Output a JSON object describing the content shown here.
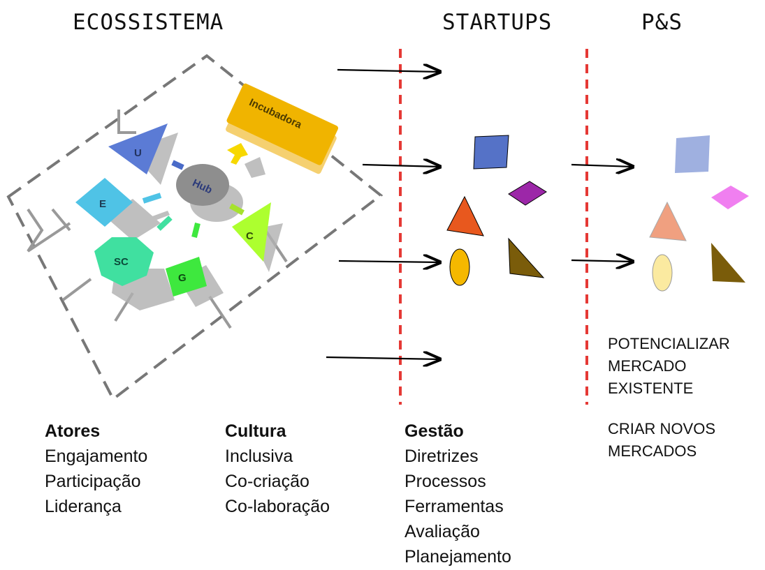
{
  "headers": {
    "ecossistema": "ECOSSISTEMA",
    "startups": "STARTUPS",
    "ps": "P&S"
  },
  "actors": {
    "u": "U",
    "hub": "Hub",
    "e": "E",
    "sc": "SC",
    "g": "G",
    "c": "C",
    "incubadora": "Incubadora"
  },
  "columns": {
    "atores": {
      "title": "Atores",
      "items": [
        "Engajamento",
        "Participação",
        "Liderança"
      ]
    },
    "cultura": {
      "title": "Cultura",
      "items": [
        "Inclusiva",
        "Co-criação",
        "Co-laboração"
      ]
    },
    "gestao": {
      "title": "Gestão",
      "items": [
        "Diretrizes",
        "Processos",
        "Ferramentas",
        "Avaliação",
        "Planejamento"
      ]
    }
  },
  "ps_text": {
    "line1": "POTENCIALIZAR",
    "line2": "MERCADO",
    "line3": "EXISTENTE",
    "line4": "CRIAR NOVOS",
    "line5": "MERCADOS"
  },
  "colors": {
    "divider": "#e53935",
    "u": "#5b7bd5",
    "e": "#4fc3e6",
    "sc": "#40e0a0",
    "g": "#3ee83e",
    "c": "#adff2f",
    "hub": "#8e8e8e",
    "incubadora": "#f0b400",
    "startup_square": "#5572c7",
    "startup_diamond": "#9c27a8",
    "startup_triangle": "#e8581e",
    "startup_ellipse": "#f5b800",
    "startup_right_triangle": "#7a5c0a",
    "ps_square": "#9fb0e0",
    "ps_diamond": "#f07ff0",
    "ps_triangle": "#f0a080",
    "ps_ellipse": "#fbeaa0",
    "ps_right_triangle": "#7a5c0a"
  }
}
